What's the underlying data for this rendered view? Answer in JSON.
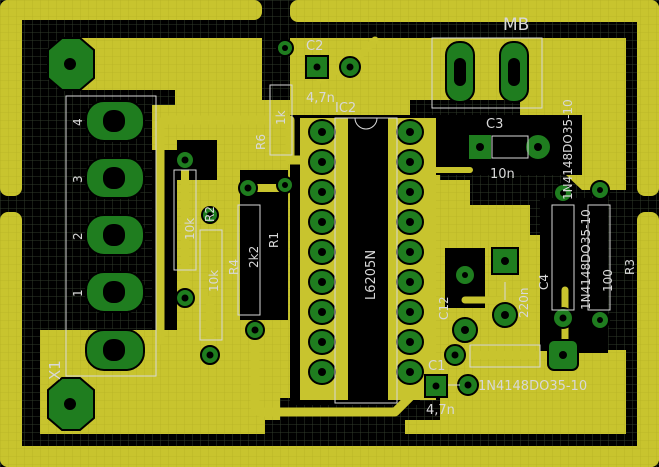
{
  "view": {
    "background_color": "#000000",
    "grid_color": "#2f3a2a",
    "copper_color": "#c8c42e",
    "copper_edge_color": "#b7b325",
    "pad_color": "#1f7d1f",
    "drill_color": "#000000",
    "silkscreen_color": "#d8d8d8"
  },
  "labels": {
    "mb": "MB",
    "c2_ref": "C2",
    "c2_value": "4,7n",
    "ic2_ref": "IC2",
    "ic2_part": "L6205N",
    "r6_ref": "R6",
    "r6_value": "1k",
    "r2_ref": "R2",
    "r2_value": "10k",
    "r4_ref": "R4",
    "r4_value": "10k",
    "r1_ref": "R1",
    "r1_value": "2k2",
    "c3_ref": "C3",
    "c3_value": "10n",
    "d2_part": "1N4148DO35-10",
    "d4_part": "1N4148DO35-10",
    "d_bottom_part": "1N4148DO35-10",
    "r3_ref": "R3",
    "r3_value": "100",
    "c12_ref": "C12",
    "c4_ref": "C4",
    "c4_value": "220n",
    "c1_ref": "C1",
    "c1_value": "4,7n",
    "x1_ref": "X1",
    "x1_pins": [
      "4",
      "3",
      "2",
      "1"
    ]
  }
}
